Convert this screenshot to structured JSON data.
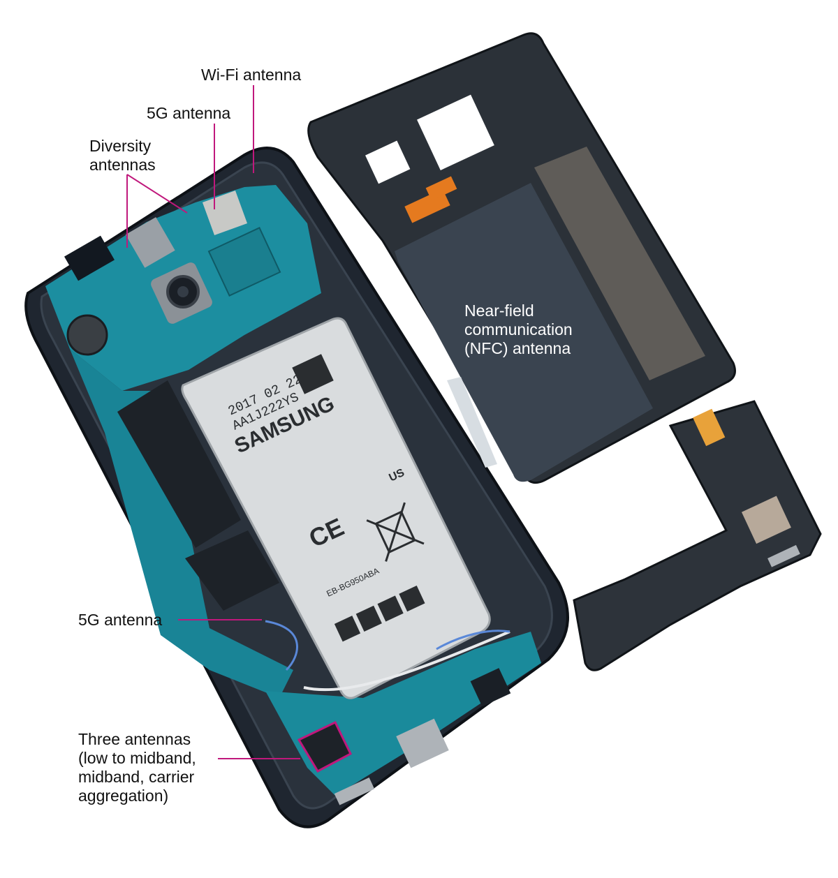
{
  "colors": {
    "background": "#ffffff",
    "callout_line": "#c0187c",
    "phone_frame": "#1f2630",
    "circuit_board": "#1c8ea0",
    "battery": "#d9dcde",
    "cover_plate": "#2b3138",
    "nfc_pad": "#3a4450"
  },
  "labels": {
    "wifi": "Wi-Fi antenna",
    "fiveg_top": "5G antenna",
    "diversity": [
      "Diversity",
      "antennas"
    ],
    "nfc": [
      "Near-field",
      "communication",
      "(NFC) antenna"
    ],
    "fiveg_bottom": "5G antenna",
    "three": [
      "Three antennas",
      "(low to midband,",
      "midband, carrier",
      "aggregation)"
    ]
  },
  "battery": {
    "date_code": "2017 02 22",
    "lot_code": "AA1J222YS",
    "brand": "SAMSUNG",
    "model": "EB-BG950ABA",
    "ce_mark": "CE",
    "ul_mark": "US"
  }
}
